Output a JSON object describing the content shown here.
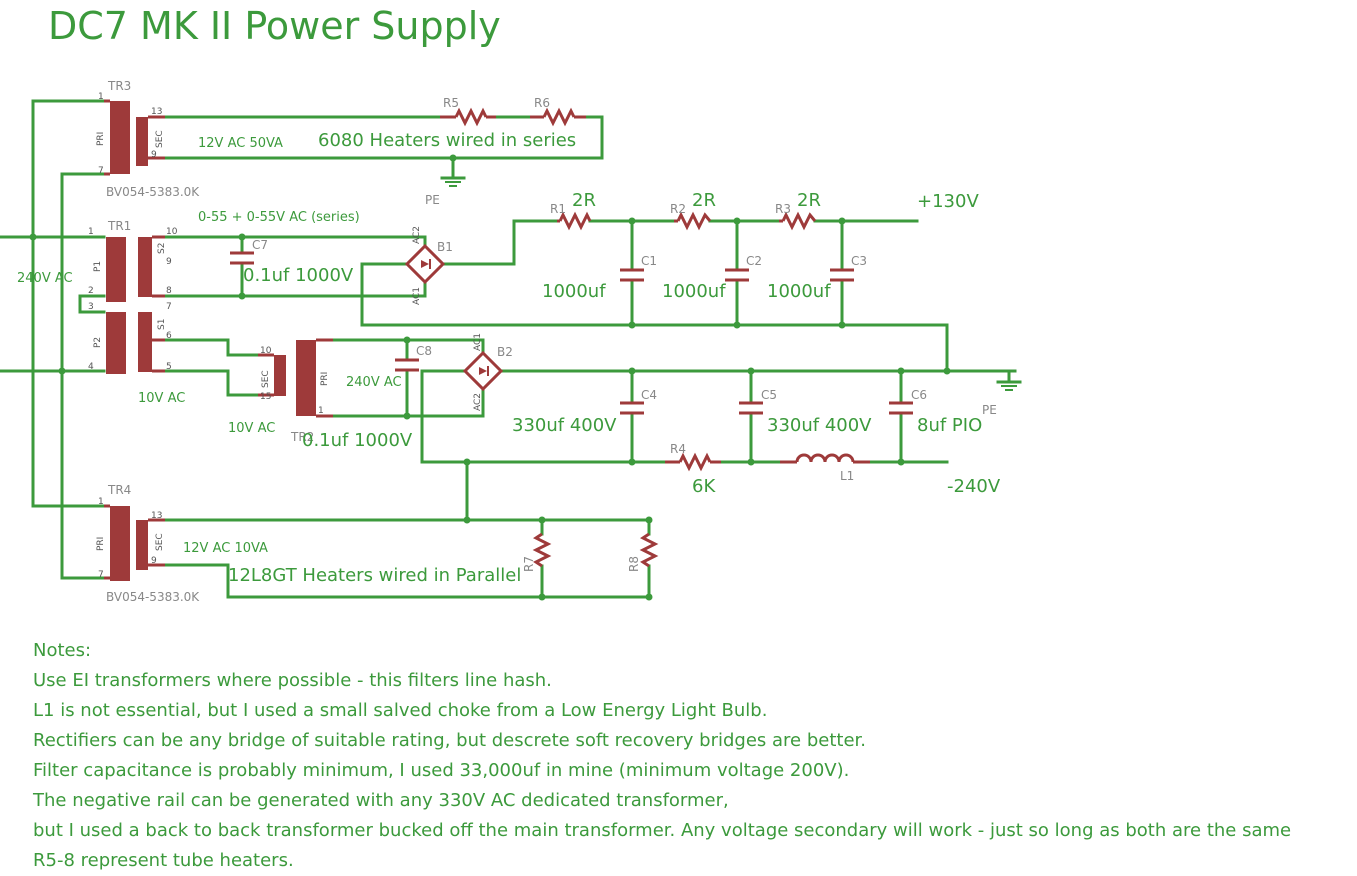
{
  "title": "DC7 MK II Power Supply",
  "labels": {
    "mains": "240V AC",
    "tr3": "TR3",
    "tr3_part": "BV054-5383.0K",
    "tr3_rating": "12V AC 50VA",
    "heaters_series": "6080 Heaters wired in series",
    "r5": "R5",
    "r6": "R6",
    "pe_top": "PE",
    "tr1": "TR1",
    "tr1_sec": "0-55 + 0-55V AC (series)",
    "c7": "C7",
    "c7_val": "0.1uf 1000V",
    "b1": "B1",
    "r1": "R1",
    "r1_val": "2R",
    "r2": "R2",
    "r2_val": "2R",
    "r3": "R3",
    "r3_val": "2R",
    "vplus": "+130V",
    "c1": "C1",
    "c1_val": "1000uf",
    "c2": "C2",
    "c2_val": "1000uf",
    "c3": "C3",
    "c3_val": "1000uf",
    "tr1_10v": "10V AC",
    "tr2": "TR2",
    "tr2_10v": "10V AC",
    "tr2_240v": "240V AC",
    "c8": "C8",
    "c8_val": "0.1uf 1000V",
    "b2": "B2",
    "c4": "C4",
    "c4_val": "330uf 400V",
    "c5": "C5",
    "c5_val": "330uf 400V",
    "c6": "C6",
    "c6_val": "8uf PIO",
    "pe_mid": "PE",
    "r4": "R4",
    "r4_val": "6K",
    "l1": "L1",
    "vminus": "-240V",
    "tr4": "TR4",
    "tr4_part": "BV054-5383.0K",
    "tr4_rating": "12V AC 10VA",
    "heaters_parallel": "12L8GT Heaters wired in Parallel",
    "r7": "R7",
    "r8": "R8",
    "pri": "PRI",
    "sec": "SEC",
    "p1": "P1",
    "p2": "P2",
    "s1": "S1",
    "s2": "S2",
    "ac1": "AC1",
    "ac2": "AC2",
    "pin1": "1",
    "pin2": "2",
    "pin3": "3",
    "pin4": "4",
    "pin5": "5",
    "pin6": "6",
    "pin7": "7",
    "pin8": "8",
    "pin9": "9",
    "pin10": "10",
    "pin13": "13",
    "pin15": "15"
  },
  "notes": [
    "Notes:",
    "Use EI transformers where possible - this filters line hash.",
    "L1 is not essential, but I used a small salved choke from a Low Energy Light Bulb.",
    "Rectifiers can be any bridge of suitable rating, but descrete soft recovery bridges are better.",
    "Filter capacitance is probably minimum, I used 33,000uf in mine (minimum voltage 200V).",
    "The negative rail can be generated with any 330V AC dedicated transformer,",
    "but I used a back to back transformer bucked off the main transformer. Any voltage secondary will work - just so long as both are the same",
    "R5-8 represent tube heaters."
  ]
}
